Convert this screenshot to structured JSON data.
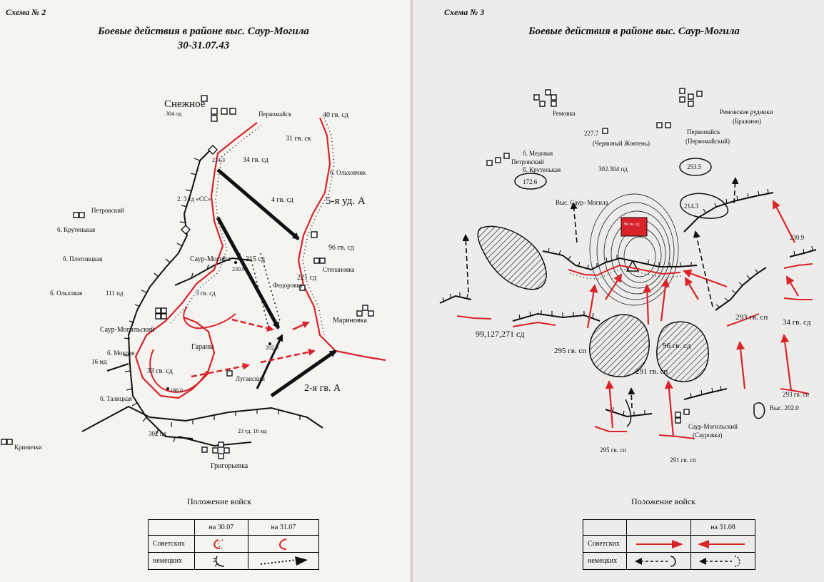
{
  "left": {
    "scheme_label": "Схема № 2",
    "title": "Боевые действия в районе выс. Саур-Могила",
    "subtitle": "30-31.07.43",
    "places": {
      "snezhnoe": "Снежное",
      "pervomaisk": "Первомайск",
      "petrovsky": "Петровский",
      "b_krutenkaya": "б. Крутенькая",
      "b_plotnitskaya": "б. Плотницкая",
      "b_olkhovaya": "б. Ольховая",
      "saur_mogila": "Саур-Могила",
      "saur_mogilsky": "Саур-Могильский",
      "b_mokraya": "б. Мокрая",
      "b_talitskaya": "б. Талицкая",
      "krinichki": "Кринички",
      "grigorievka": "Григорьевка",
      "garany": "Гараны",
      "lugansky": "Луганский",
      "fedorovka": "Федоровка",
      "stepanovka": "Степановка",
      "marinovka": "Мариновка",
      "b_olkhovchik": "б. Ольховчик"
    },
    "heights": {
      "h214": "214.3",
      "h230": "230.9",
      "h202": "202.0",
      "h196": "196.0"
    },
    "units": {
      "pd304": "304 пд",
      "gsd40": "40 гв. сд",
      "gsk31": "31 гв. ск",
      "gsd34": "34 гв. сд",
      "td2ss": "2. 3 тд «СС»",
      "gsd4": "4 гв. сд",
      "ua5": "5-я уд. А",
      "sd315": "315 сд",
      "gsd96": "96 гв. сд",
      "sd221": "221 сд",
      "pd111": "111 пд",
      "gsd3": "3 гв. сд",
      "md16": "16 мд",
      "gsd33": "33 гв. сд",
      "ga2": "2-я гв. А",
      "td23md16": "23 тд. 16 мд",
      "pd302": "302 пд"
    },
    "legend": {
      "title": "Положение войск",
      "col1": "на 30.07",
      "col2": "на 31.07",
      "row1": "Советских",
      "row2": "немецких"
    }
  },
  "right": {
    "scheme_label": "Схема № 3",
    "title": "Боевые действия в районе выс. Саур-Могила",
    "places": {
      "removka": "Ремовка",
      "removskie_rudniki": "Ремовские рудники",
      "brazhino": "(Бражино)",
      "chervony_zhovten": "(Червоный Жовтень)",
      "pervomaisk": "Первомайск",
      "pervomaisky": "(Первомайский)",
      "b_medovaya": "б. Медовая",
      "petrovsky": "Петровский",
      "b_krutenkaya": "б. Крутенькая",
      "vys_saur_mogila": "Выс. Саур- Могила",
      "saur_mogilsky": "Саур-Могильский",
      "saurovka": "(Сауровка)",
      "vys_202": "Выс. 202.0"
    },
    "heights": {
      "h227": "227.7",
      "h172": "172.6",
      "h253": "253.5",
      "h214": "214.3",
      "h230": "230.9",
      "hill_box": "96 гв. сд"
    },
    "units": {
      "pd302_304": "302.304 пд",
      "sd99": "99,127,271 сд",
      "gsp295a": "295 гв. сп",
      "gsd96": "96 гв. сд",
      "gsp291a": "291 гв. сп",
      "gsp293a": "293 гв. сп",
      "gsd34": "34 гв. сд",
      "gsp293b": "293 гв. сп",
      "gsp295b": "295 гв. сп",
      "gsp291b": "291 гв. сп"
    },
    "legend": {
      "title": "Положение войск",
      "col2": "на 31.08",
      "row1": "Советских",
      "row2": "немецких"
    }
  }
}
